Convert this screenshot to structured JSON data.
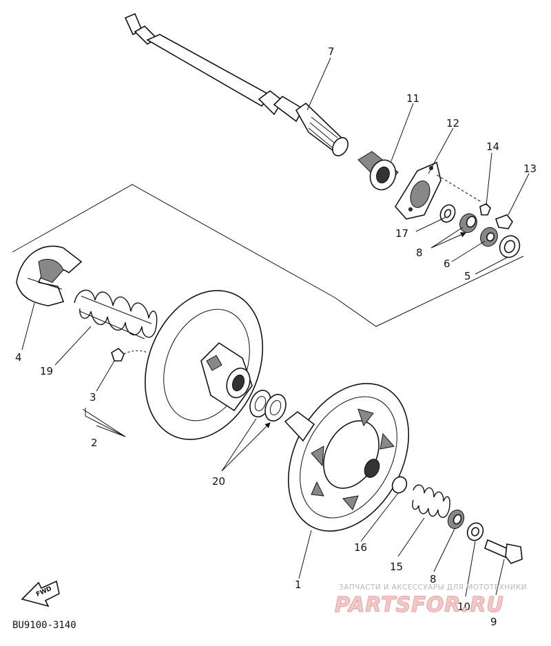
{
  "diagram_code": "BU9100-3140",
  "forward_label": "FWD",
  "watermark": {
    "caption": "ЗАПЧАСТИ И АКСЕССУАРЫ ДЛЯ МОТОТЕХНИКИ",
    "brand": "PARTSFOR.RU"
  },
  "callouts": {
    "p1": "1",
    "p2": "2",
    "p3": "3",
    "p4": "4",
    "p5": "5",
    "p6": "6",
    "p7": "7",
    "p8a": "8",
    "p8b": "8",
    "p9": "9",
    "p10": "10",
    "p11": "11",
    "p12": "12",
    "p13": "13",
    "p14": "14",
    "p15": "15",
    "p16": "16",
    "p17": "17",
    "p19": "19",
    "p20": "20"
  }
}
